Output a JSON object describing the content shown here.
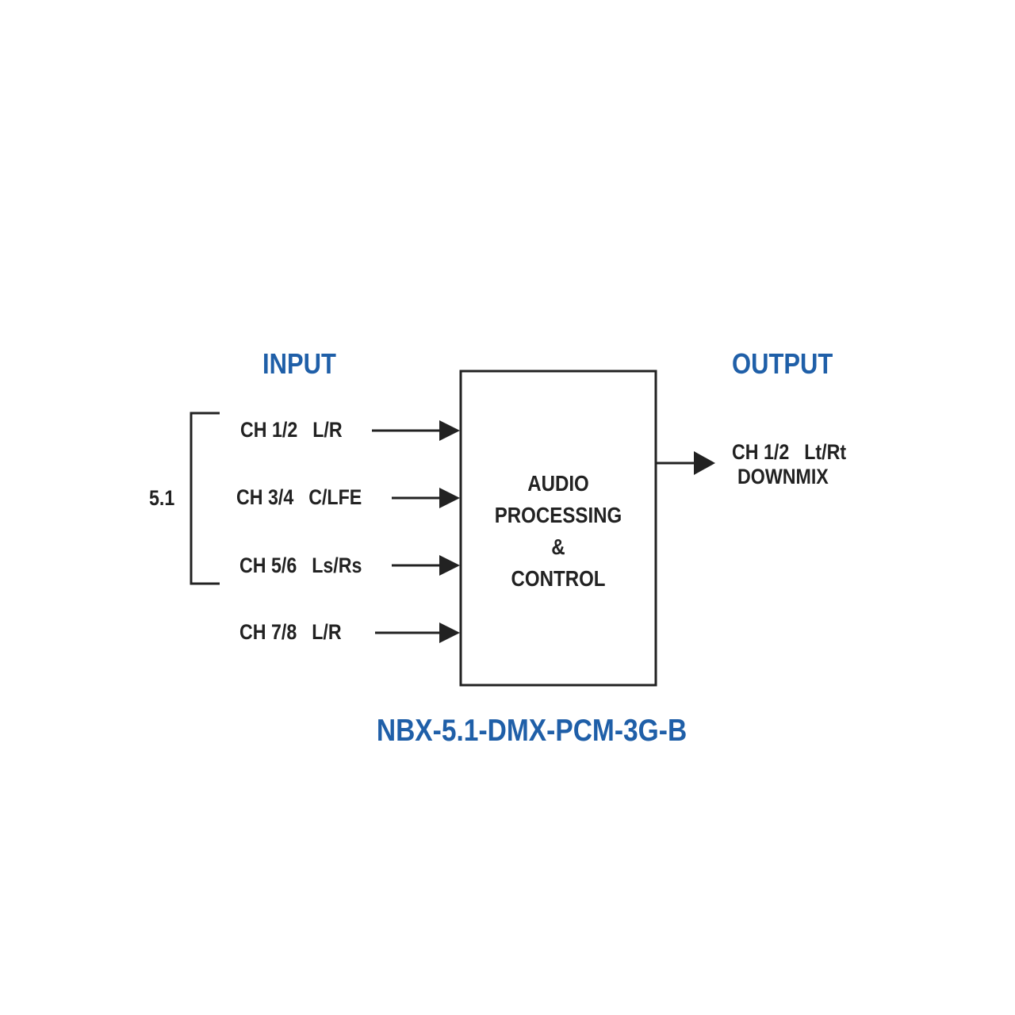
{
  "colors": {
    "accent": "#1f5fa8",
    "text": "#222222",
    "line": "#222222",
    "background": "#ffffff"
  },
  "headings": {
    "input": "INPUT",
    "output": "OUTPUT"
  },
  "group_label": "5.1",
  "inputs": [
    {
      "channel": "CH 1/2",
      "signal": "L/R"
    },
    {
      "channel": "CH 3/4",
      "signal": "C/LFE"
    },
    {
      "channel": "CH 5/6",
      "signal": "Ls/Rs"
    },
    {
      "channel": "CH 7/8",
      "signal": "L/R"
    }
  ],
  "block": {
    "lines": [
      "AUDIO",
      "PROCESSING",
      "&",
      "CONTROL"
    ]
  },
  "output": {
    "channel": "CH 1/2",
    "signal": "Lt/Rt",
    "mode": "DOWNMIX"
  },
  "model": "NBX-5.1-DMX-PCM-3G-B"
}
